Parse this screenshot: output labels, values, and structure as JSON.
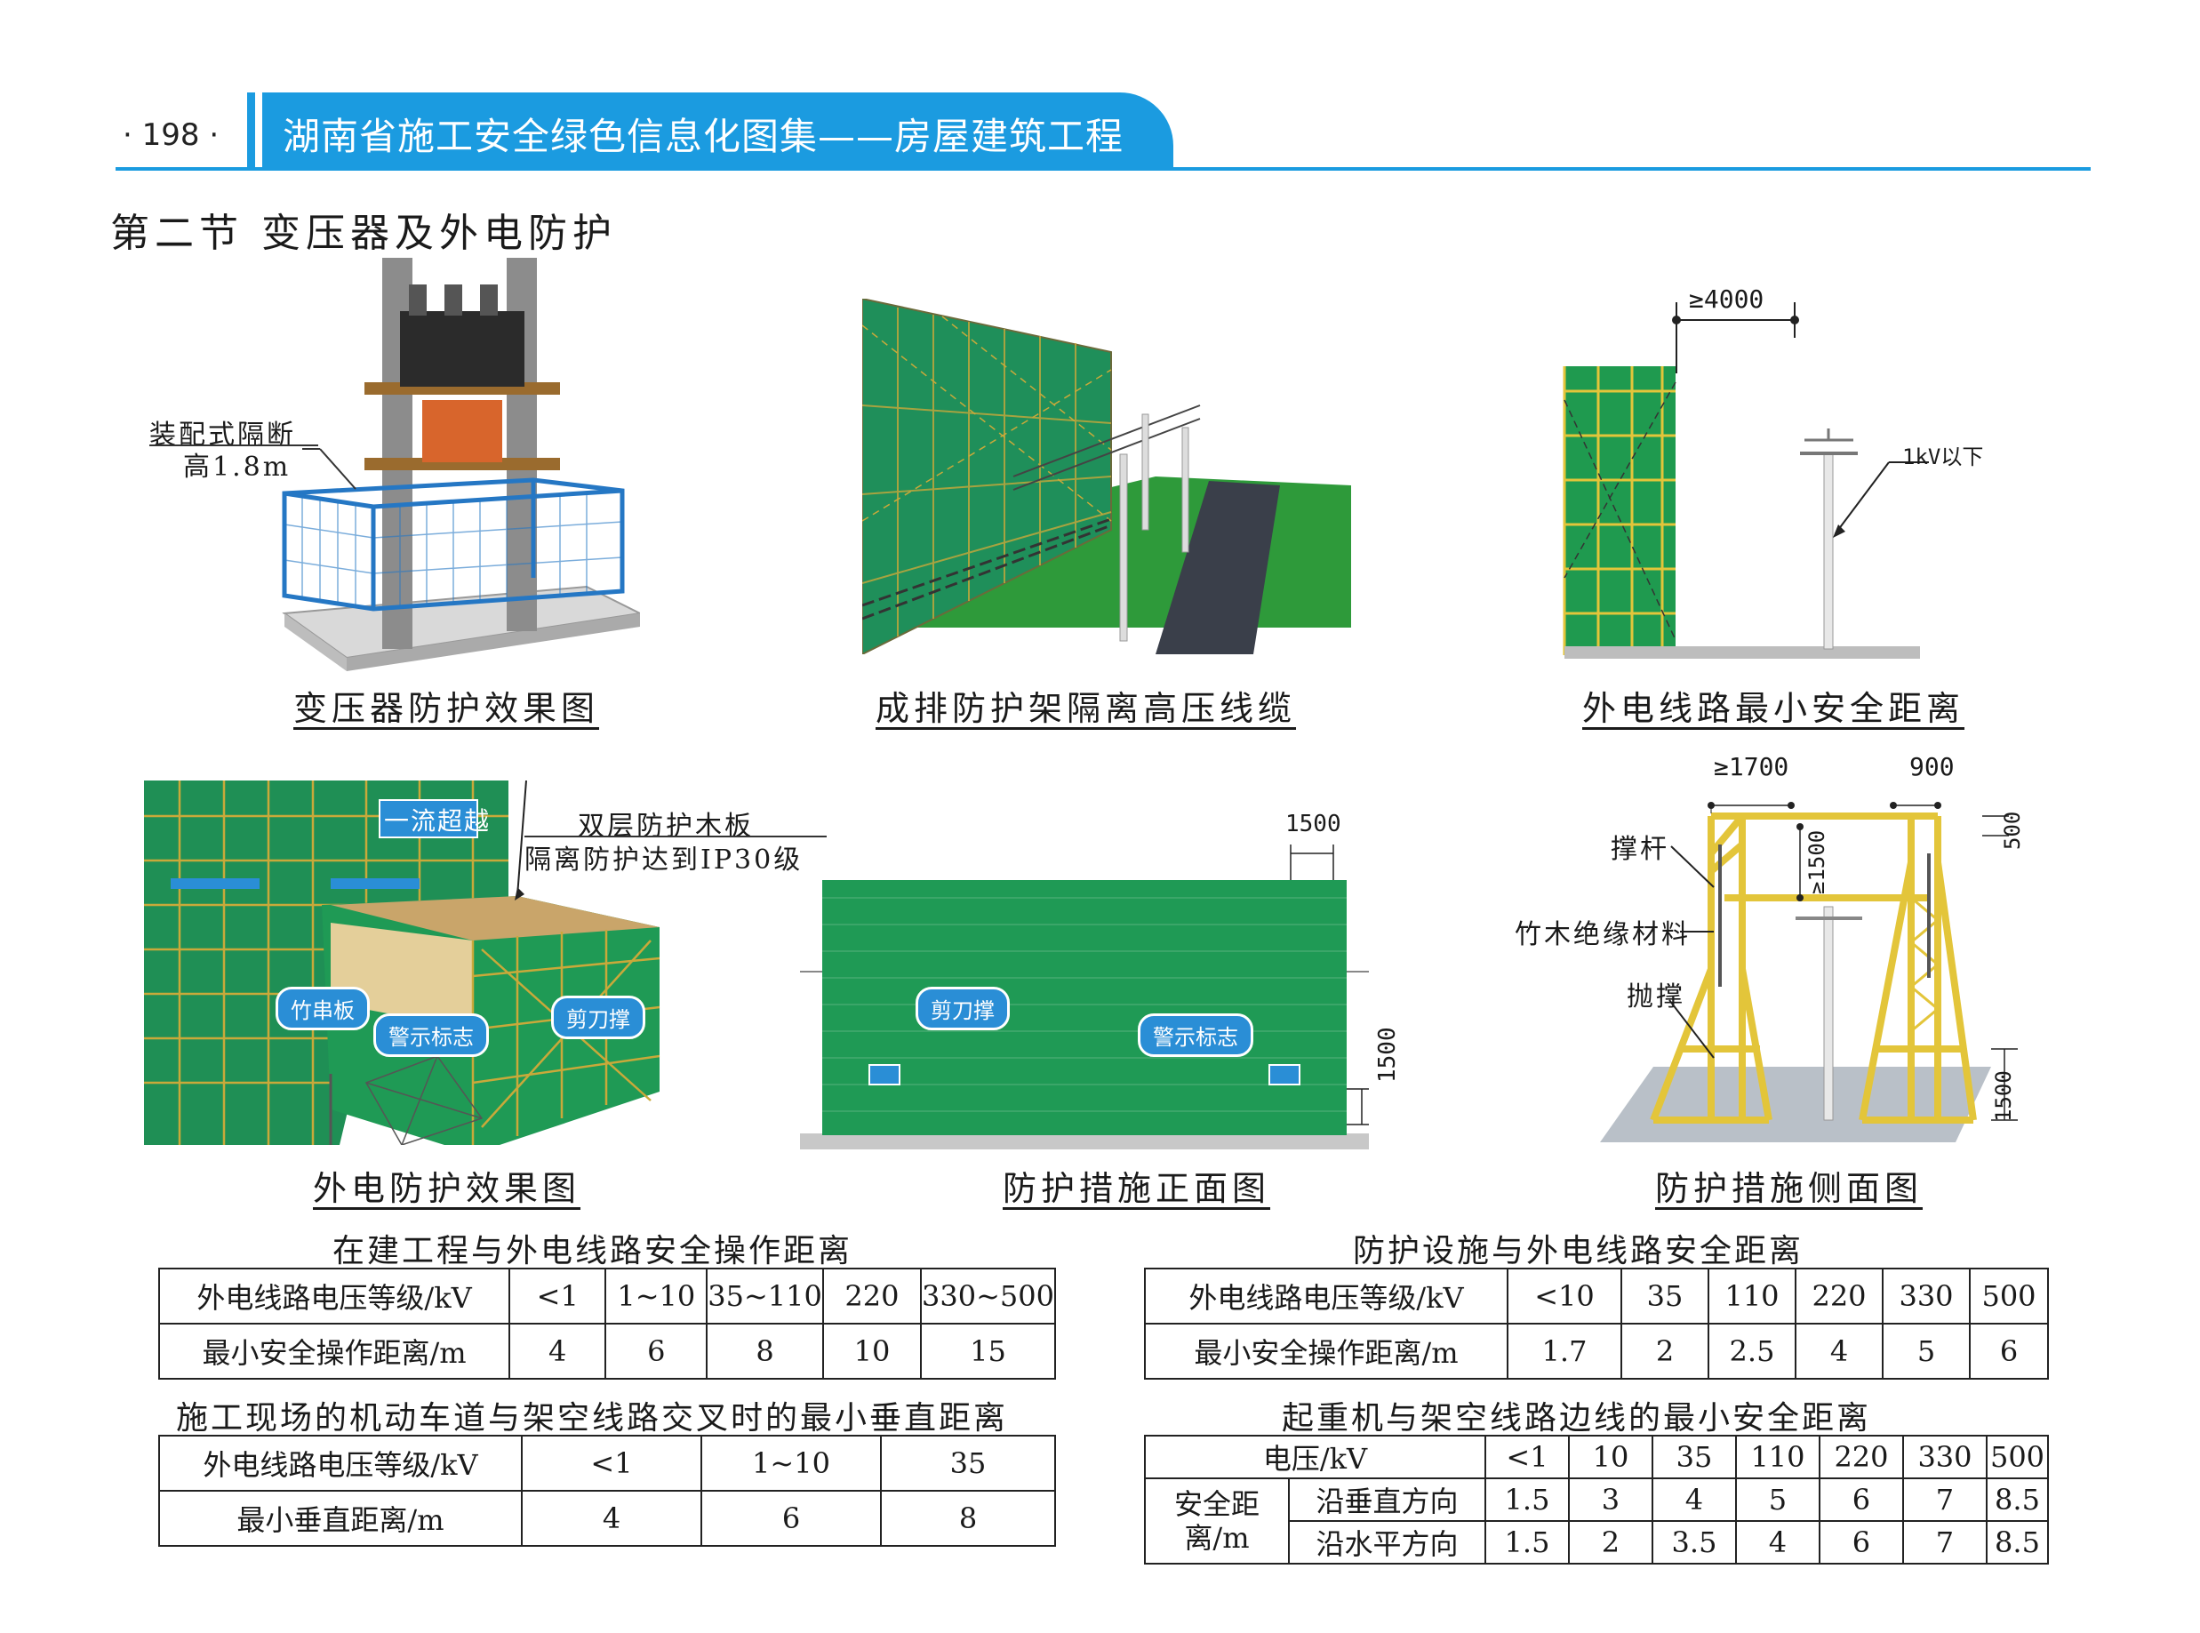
{
  "header": {
    "page_number": "· 198 ·",
    "book_title": "湖南省施工安全绿色信息化图集——房屋建筑工程"
  },
  "section_title": "第二节  变压器及外电防护",
  "figures": {
    "transformer": {
      "caption": "变压器防护效果图",
      "label_line1": "装配式隔断",
      "label_line2": "高1.8m"
    },
    "row_fence": {
      "caption": "成排防护架隔离高压线缆"
    },
    "min_distance": {
      "caption": "外电线路最小安全距离",
      "dim": "≥4000",
      "voltage_label": "1kV以下"
    },
    "effect": {
      "caption": "外电防护效果图",
      "label_line1": "双层防护木板",
      "label_line2": "隔离防护达到IP30级",
      "tag_bamboo": "竹串板",
      "tag_warning": "警示标志",
      "tag_brace": "剪刀撑",
      "sign_text": "一流超越"
    },
    "front": {
      "caption": "防护措施正面图",
      "dim_top": "1500",
      "dim_bottom": "1500",
      "tag_brace": "剪刀撑",
      "tag_warning": "警示标志"
    },
    "side": {
      "caption": "防护措施侧面图",
      "dim_1700": "≥1700",
      "dim_900": "900",
      "dim_500": "500",
      "dim_1500_mid": "≥1500",
      "dim_1500_bottom": "1500",
      "label_strut": "撑杆",
      "label_insulation": "竹木绝缘材料",
      "label_brace": "抛撑"
    }
  },
  "tables": {
    "t1": {
      "title": "在建工程与外电线路安全操作距离",
      "header": [
        "外电线路电压等级/kV",
        "<1",
        "1~10",
        "35~110",
        "220",
        "330~500"
      ],
      "row": [
        "最小安全操作距离/m",
        "4",
        "6",
        "8",
        "10",
        "15"
      ]
    },
    "t2": {
      "title": "防护设施与外电线路安全距离",
      "header": [
        "外电线路电压等级/kV",
        "<10",
        "35",
        "110",
        "220",
        "330",
        "500"
      ],
      "row": [
        "最小安全操作距离/m",
        "1.7",
        "2",
        "2.5",
        "4",
        "5",
        "6"
      ]
    },
    "t3": {
      "title": "施工现场的机动车道与架空线路交叉时的最小垂直距离",
      "header": [
        "外电线路电压等级/kV",
        "<1",
        "1~10",
        "35"
      ],
      "row": [
        "最小垂直距离/m",
        "4",
        "6",
        "8"
      ]
    },
    "t4": {
      "title": "起重机与架空线路边线的最小安全距离",
      "header": [
        "电压/kV",
        "<1",
        "10",
        "35",
        "110",
        "220",
        "330",
        "500"
      ],
      "group_label": "安全距离/m",
      "row1": [
        "沿垂直方向",
        "1.5",
        "3",
        "4",
        "5",
        "6",
        "7",
        "8.5"
      ],
      "row2": [
        "沿水平方向",
        "1.5",
        "2",
        "3.5",
        "4",
        "6",
        "7",
        "8.5"
      ]
    }
  },
  "colors": {
    "accent_blue": "#1b9be0",
    "net_green": "#1e9a55",
    "scaffold_yellow": "#e3c53a",
    "fence_blue": "#2577c4"
  }
}
